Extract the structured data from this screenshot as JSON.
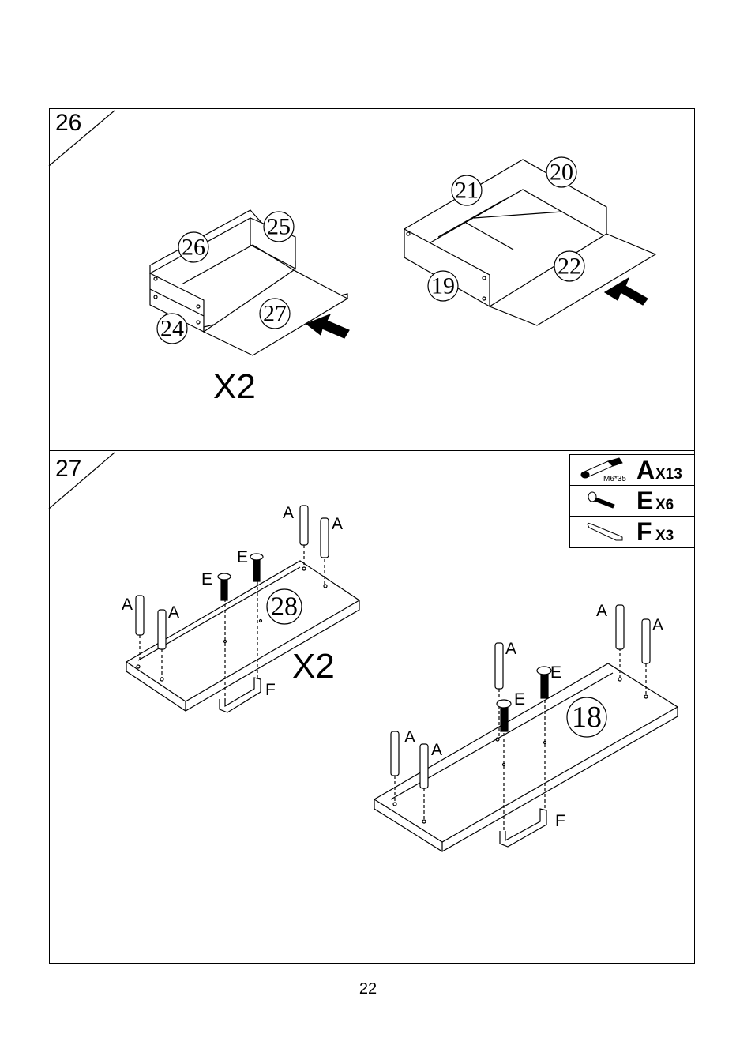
{
  "page_number": "22",
  "steps": [
    {
      "number": "26",
      "multiplier": "X2",
      "left_parts": [
        "26",
        "25",
        "27",
        "24"
      ],
      "right_parts": [
        "21",
        "20",
        "22",
        "19"
      ]
    },
    {
      "number": "27",
      "multiplier": "X2",
      "left_board": "28",
      "right_board": "18",
      "label_a": "A",
      "label_e": "E",
      "label_f": "F"
    }
  ],
  "hardware": [
    {
      "letter": "A",
      "count": "X13",
      "spec": "M6*35",
      "icon": "cam-bolt-icon"
    },
    {
      "letter": "E",
      "count": "X6",
      "icon": "screw-icon"
    },
    {
      "letter": "F",
      "count": "X3",
      "icon": "handle-icon"
    }
  ]
}
